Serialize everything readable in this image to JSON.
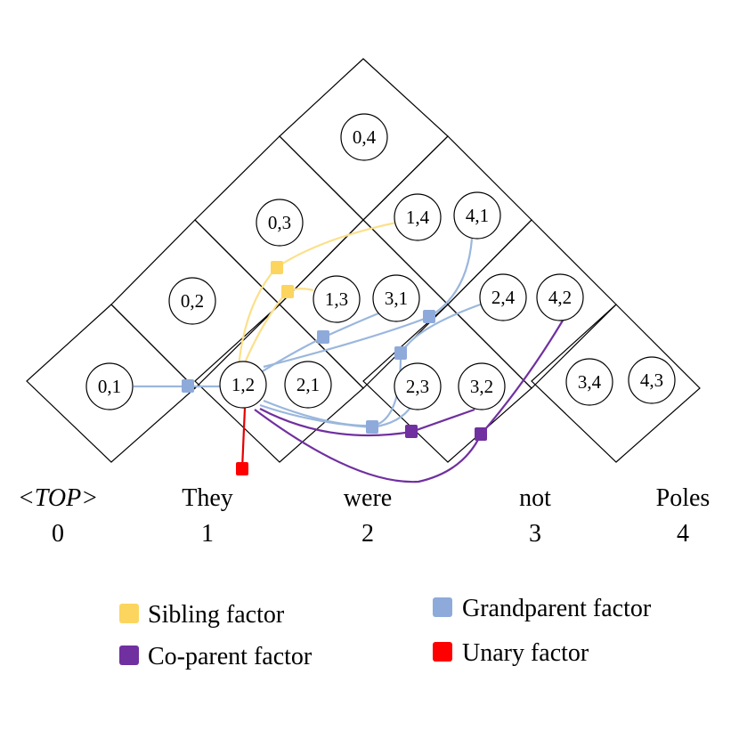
{
  "words": [
    {
      "text": "<TOP>",
      "index": "0"
    },
    {
      "text": "They",
      "index": "1"
    },
    {
      "text": "were",
      "index": "2"
    },
    {
      "text": "not",
      "index": "3"
    },
    {
      "text": "Poles",
      "index": "4"
    }
  ],
  "cells": {
    "c01": "0,1",
    "c02": "0,2",
    "c03": "0,3",
    "c04": "0,4",
    "c12": "1,2",
    "c21": "2,1",
    "c13": "1,3",
    "c31": "3,1",
    "c14": "1,4",
    "c41": "4,1",
    "c23": "2,3",
    "c32": "3,2",
    "c24": "2,4",
    "c42": "4,2",
    "c34": "3,4",
    "c43": "4,3"
  },
  "legend": {
    "sibling": {
      "label": "Sibling factor",
      "color": "#fcd55f"
    },
    "coparent": {
      "label": "Co-parent factor",
      "color": "#7030a0"
    },
    "grandparent": {
      "label": "Grandparent factor",
      "color": "#8eaadb"
    },
    "unary": {
      "label": "Unary factor",
      "color": "#ff0000"
    }
  },
  "colors": {
    "sibling_line": "#fce08a",
    "grandparent_line": "#9ab7dd",
    "coparent_line": "#7030a0",
    "unary_line": "#e60000"
  }
}
